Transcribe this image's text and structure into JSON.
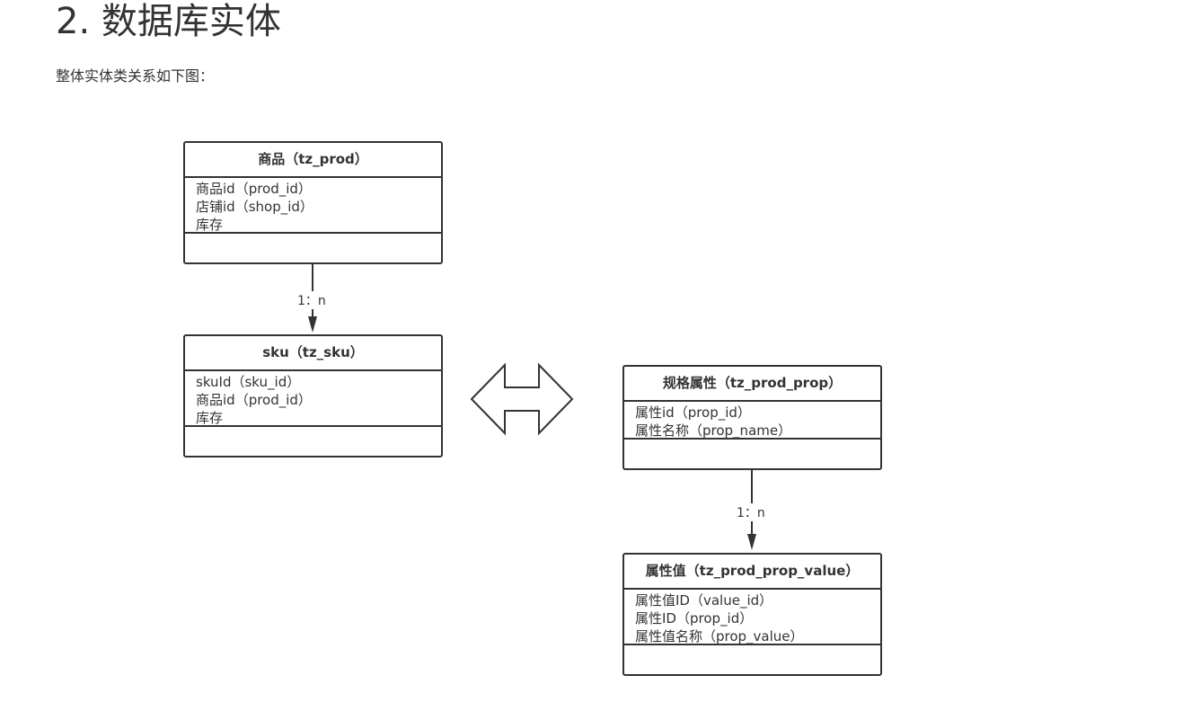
{
  "heading": {
    "title": "2. 数据库实体",
    "intro": "整体实体类关系如下图："
  },
  "diagram": {
    "entities": {
      "prod": {
        "name": "商品（tz_prod）",
        "fields": [
          "商品id（prod_id）",
          "店铺id（shop_id）",
          "库存"
        ]
      },
      "sku": {
        "name": "sku（tz_sku）",
        "fields": [
          "skuId（sku_id）",
          "商品id（prod_id）",
          "库存"
        ]
      },
      "prop": {
        "name": "规格属性（tz_prod_prop）",
        "fields": [
          "属性id（prop_id）",
          "属性名称（prop_name）"
        ]
      },
      "prop_value": {
        "name": "属性值（tz_prod_prop_value）",
        "fields": [
          "属性值ID（value_id）",
          "属性ID（prop_id）",
          "属性值名称（prop_value）"
        ]
      }
    },
    "relations": {
      "prod_sku": "1：n",
      "prop_value": "1：n"
    },
    "colors": {
      "line": "#333333",
      "background": "#ffffff"
    }
  }
}
